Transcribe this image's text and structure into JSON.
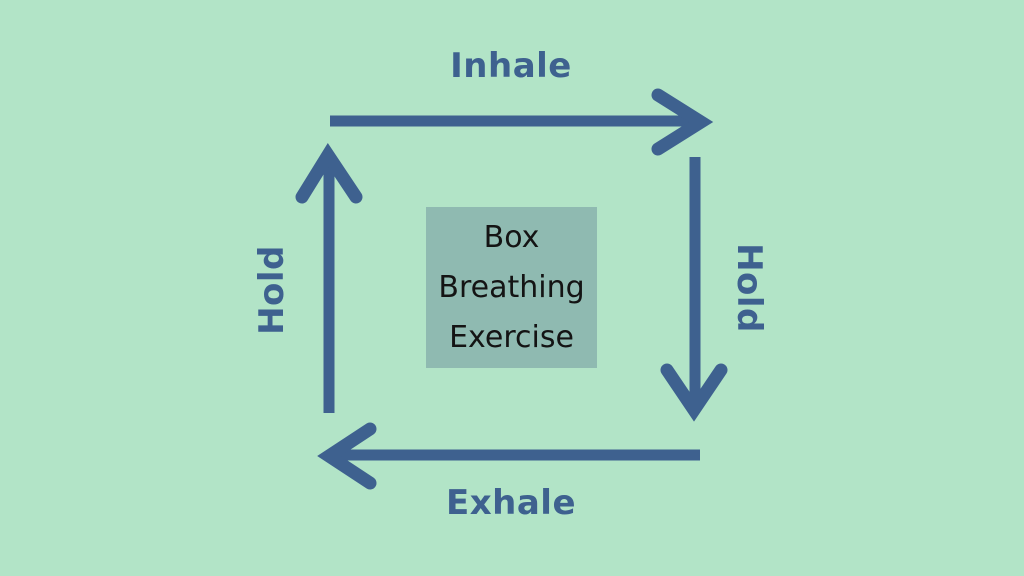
{
  "title": "Box Breathing Exercise",
  "colors": {
    "background": "#b2e4c7",
    "arrow": "#3e618f",
    "label_text": "#3e618f",
    "center_box_bg": "#8fbab1",
    "center_text": "#141414"
  },
  "labels": {
    "top": "Inhale",
    "right": "Hold",
    "bottom": "Exhale",
    "left": "Hold"
  },
  "center": {
    "lines": [
      "Box",
      "Breathing",
      "Exercise"
    ]
  },
  "arrows": {
    "top_direction": "right",
    "right_direction": "down",
    "bottom_direction": "left",
    "left_direction": "up"
  }
}
